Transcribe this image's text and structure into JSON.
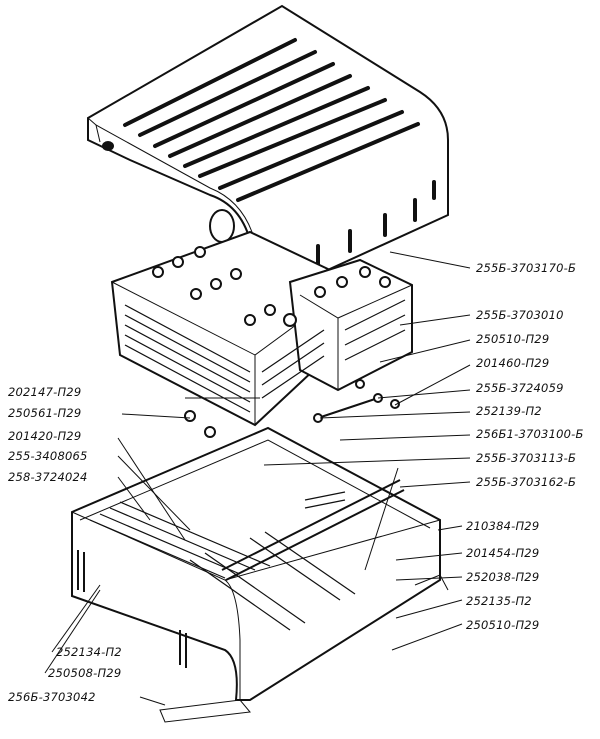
{
  "labels": {
    "l1": "255Б-3703170-Б",
    "l2": "255Б-3703010",
    "l3": "250510-П29",
    "l4": "201460-П29",
    "l5": "255Б-3724059",
    "l6": "202147-П29",
    "l7": "250561-П29",
    "l8": "252139-П2",
    "l9": "201420-П29",
    "l10": "256Б1-3703100-Б",
    "l11": "255-3408065",
    "l12": "255Б-3703113-Б",
    "l13": "258-3724024",
    "l14": "255Б-3703162-Б",
    "l15": "210384-П29",
    "l16": "201454-П29",
    "l17": "252038-П29",
    "l18": "252135-П2",
    "l19": "250510-П29",
    "l20": "252134-П2",
    "l21": "250508-П29",
    "l22": "256Б-3703042"
  }
}
